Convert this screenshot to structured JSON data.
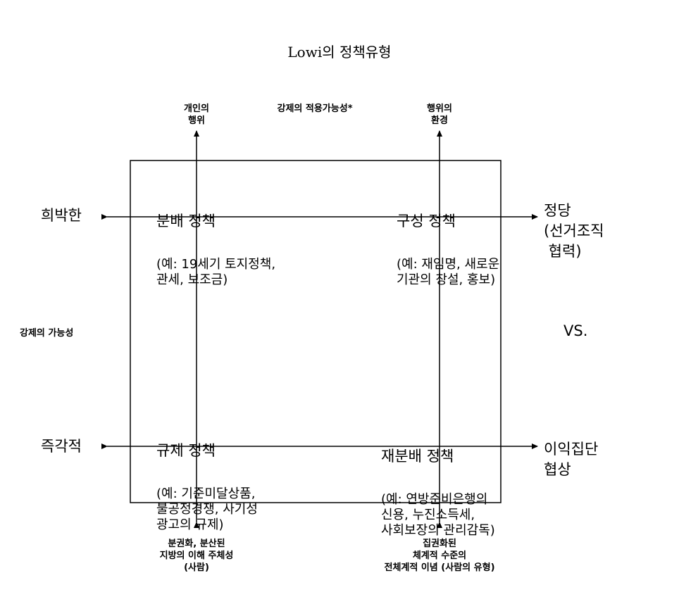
{
  "title": "Lowi의 정책유형",
  "top": {
    "left_label": "개인의\n행위",
    "center_label": "강제의 적용가능성*",
    "right_label": "행위의\n환경"
  },
  "left": {
    "upper_label": "희박한",
    "middle_label": "강제의 가능성",
    "lower_label": "즉각적"
  },
  "right": {
    "upper_label": "정당\n(선거조직\n 협력)",
    "middle_label": "VS.",
    "lower_label": "이익집단\n협상"
  },
  "cells": {
    "distributive": {
      "heading": "분배 정책",
      "body": "(예: 19세기 토지정책,\n관세, 보조금)"
    },
    "constituent": {
      "heading": "구성 정책",
      "body": "(예: 재임명, 새로운\n기관의 창설, 홍보)"
    },
    "regulatory": {
      "heading": "규제 정책",
      "body": "(예: 기준미달상품,\n불공정경쟁, 사기성\n광고의 규제)"
    },
    "redistributive": {
      "heading": "재분배 정책",
      "body": "(예: 연방준비은행의\n신용, 누진소득세,\n사회보장의 관리감독)"
    }
  },
  "bottom": {
    "left_label": "분권화, 분산된\n지방의 이해 주체성\n(사람)",
    "right_label": "집권화된\n체계적 수준의\n전체계적 이념 (사람의 유형)"
  }
}
